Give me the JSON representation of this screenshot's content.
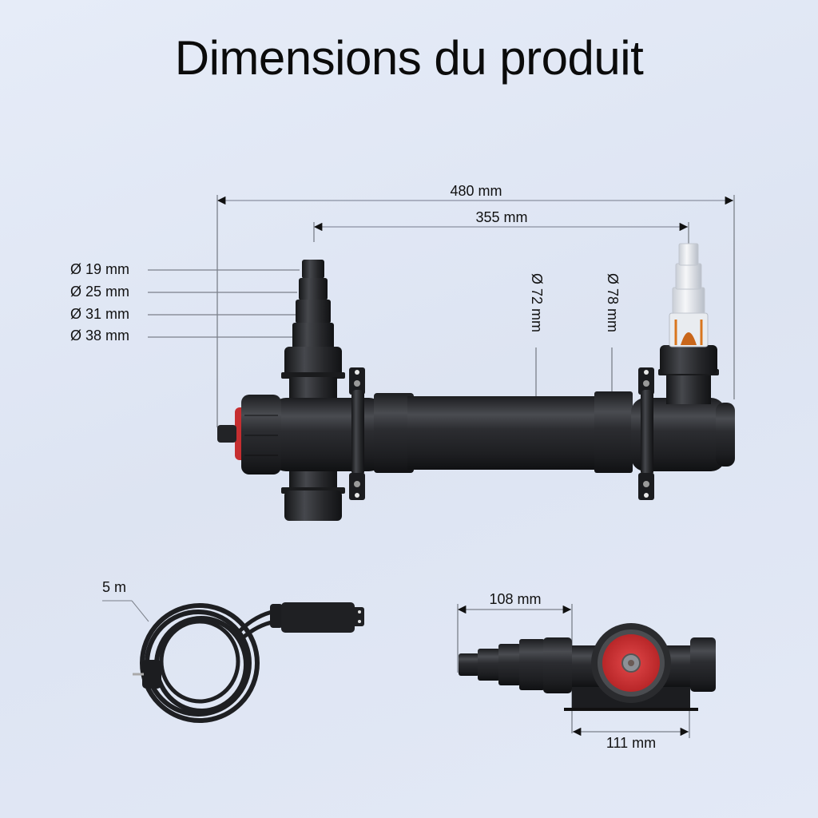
{
  "title": "Dimensions du produit",
  "dimensions": {
    "total_length": "480 mm",
    "body_length": "355 mm",
    "hose_adapters": [
      "Ø 19 mm",
      "Ø 25 mm",
      "Ø 31 mm",
      "Ø 38 mm"
    ],
    "tube_diameter": "Ø 72 mm",
    "sleeve_diameter": "Ø 78 mm",
    "cable_length": "5 m",
    "adapter_length": "108 mm",
    "base_width": "111 mm"
  },
  "colors": {
    "background": "#e2e8f5",
    "device_body": "#2a2b2e",
    "cap_red": "#d6383a",
    "transparent_adapter": "#d9dde3",
    "amber_valve": "#d9761e",
    "dimension_line": "#7b808a"
  }
}
